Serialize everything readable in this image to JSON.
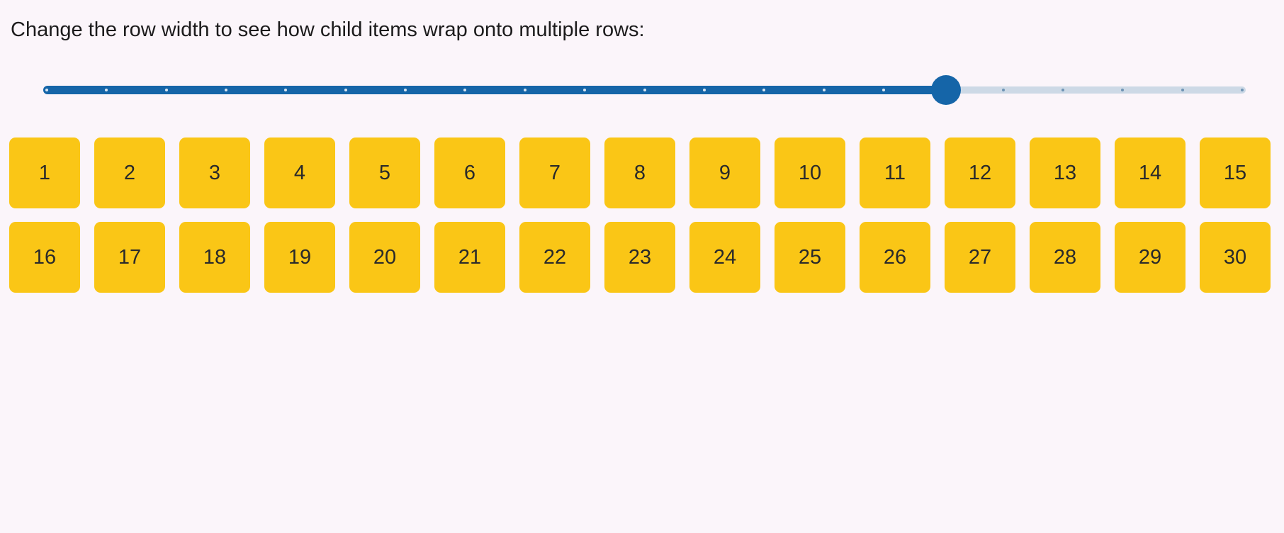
{
  "page": {
    "background": "#FBF5FA",
    "title": "Change the row width to see how child items wrap onto multiple rows:"
  },
  "slider": {
    "label": "row width",
    "min": 0,
    "max": 20,
    "value": 15,
    "percent": 75.1,
    "tick_count": 21,
    "colors": {
      "accent": "#1565A8",
      "track_rest": "#CDD9E6",
      "tick_on_filled": "#D9E6F2",
      "tick_on_rest": "#6E93B4"
    }
  },
  "grid": {
    "visible_per_row": 15,
    "item_color": "#FAC616",
    "item_text_color": "#2A2A2A",
    "items": [
      "1",
      "2",
      "3",
      "4",
      "5",
      "6",
      "7",
      "8",
      "9",
      "10",
      "11",
      "12",
      "13",
      "14",
      "15",
      "16",
      "17",
      "18",
      "19",
      "20",
      "21",
      "22",
      "23",
      "24",
      "25",
      "26",
      "27",
      "28",
      "29",
      "30"
    ]
  }
}
